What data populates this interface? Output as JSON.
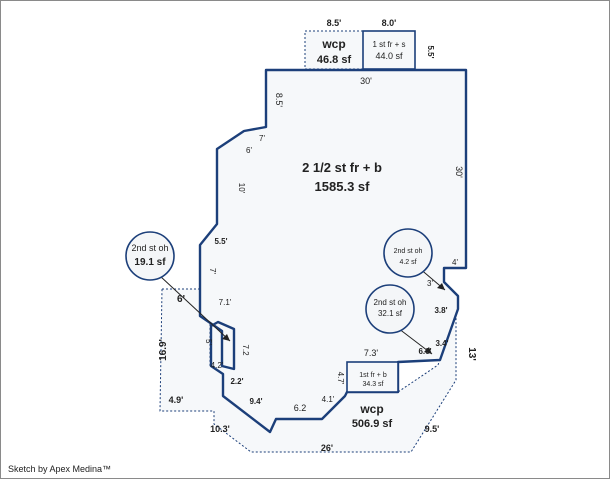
{
  "footer": {
    "text": "Sketch by Apex Medina™"
  },
  "areas": {
    "main": {
      "name": "2 1/2 st fr + b",
      "area": "1585.3 sf"
    },
    "wcp_top": {
      "name": "wcp",
      "area": "46.8 sf"
    },
    "fr_top": {
      "name": "1 st fr + s",
      "area": "44.0 sf"
    },
    "fr_bottom": {
      "name": "1st fr + b",
      "area": "34.3 sf"
    },
    "wcp_bottom": {
      "name": "wcp",
      "area": "506.9 sf"
    }
  },
  "callouts": {
    "left": {
      "name": "2nd st oh",
      "area": "19.1 sf"
    },
    "right_top": {
      "name": "2nd st oh",
      "area": "4.2 sf"
    },
    "right_mid": {
      "name": "2nd st oh",
      "area": "32.1 sf"
    }
  },
  "dimensions": {
    "wcp_top_width": "8.5'",
    "fr_top_width": "8.0'",
    "fr_top_height": "5.5'",
    "top": "30'",
    "right": "30'",
    "upper_left": "8.5'",
    "diag_a": "7'",
    "diag_b": "6'",
    "left_upper": "10'",
    "notch_a": "5.5'",
    "left_mid": "7'",
    "oh_left": "6'",
    "diag_c": "7.1'",
    "notch_left": "5'",
    "notch_right": "7.2",
    "notch_diag": "4.2'",
    "bottom_step": "2.2'",
    "bottom_diag": "9.4'",
    "bottom_a": "6.2",
    "bottom_b": "4.1'",
    "fr_bottom_height": "4.7'",
    "fr_bottom_width": "7.3'",
    "right_step": "4'",
    "right_small": "3'",
    "right_diag": "3.8'",
    "right_diag2": "3.4'",
    "oh_right_mid": "6.6'",
    "wcp_right": "13'",
    "wcp_left": "16.9'",
    "wcp_left_bottom": "4.9'",
    "wcp_diag_left": "10.3'",
    "wcp_bottom": "26'",
    "wcp_diag_right": "9.5'"
  }
}
